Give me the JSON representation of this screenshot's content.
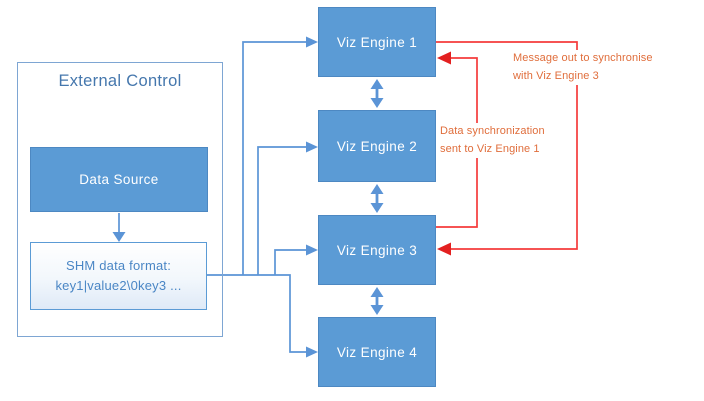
{
  "diagram": {
    "external_control": {
      "title": "External Control"
    },
    "data_source": {
      "label": "Data Source"
    },
    "shm": {
      "line1": "SHM data format:",
      "line2": "key1|value2\\0key3 ..."
    },
    "engines": [
      {
        "label": "Viz Engine 1"
      },
      {
        "label": "Viz Engine 2"
      },
      {
        "label": "Viz Engine 3"
      },
      {
        "label": "Viz Engine 4"
      }
    ],
    "annotations": {
      "message_out": "Message out to synchronise\nwith Viz Engine 3",
      "data_sync": "Data synchronization\nsent to Viz Engine 1"
    },
    "colors": {
      "node_fill": "#5b9bd5",
      "node_border": "#4d88c2",
      "connector_blue": "#5b94d6",
      "sync_line_red": "#f53b3b",
      "annotation_orange": "#e06e3c",
      "container_border": "#7ea6d3",
      "shm_text_blue": "#4a86c5",
      "title_blue": "#4577ad"
    }
  }
}
